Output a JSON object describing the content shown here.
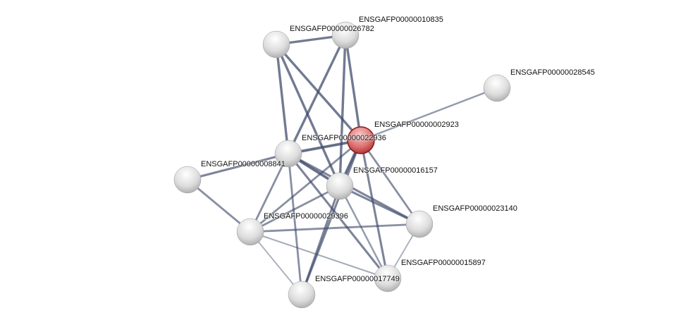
{
  "network": {
    "colors": {
      "edge": "#3d4868",
      "node": "#e4e4e4",
      "query_node": "#e07070"
    },
    "nodes": [
      {
        "id": "A",
        "label": "ENSGAFP00000026782",
        "query": false
      },
      {
        "id": "B",
        "label": "ENSGAFP00000010835",
        "query": false
      },
      {
        "id": "C",
        "label": "ENSGAFP00000028545",
        "query": false
      },
      {
        "id": "D",
        "label": "ENSGAFP00000002923",
        "query": true
      },
      {
        "id": "E",
        "label": "ENSGAFP00000022936",
        "query": false
      },
      {
        "id": "F",
        "label": "ENSGAFP00000008841",
        "query": false
      },
      {
        "id": "G",
        "label": "ENSGAFP00000016157",
        "query": false
      },
      {
        "id": "H",
        "label": "ENSGAFP00000023140",
        "query": false
      },
      {
        "id": "I",
        "label": "ENSGAFP00000029396",
        "query": false
      },
      {
        "id": "J",
        "label": "ENSGAFP00000015897",
        "query": false
      },
      {
        "id": "K",
        "label": "ENSGAFP00000017749",
        "query": false
      }
    ],
    "edges": [
      [
        "A",
        "B",
        0.8
      ],
      [
        "A",
        "E",
        0.8
      ],
      [
        "A",
        "G",
        0.8
      ],
      [
        "A",
        "D",
        0.8
      ],
      [
        "B",
        "E",
        0.8
      ],
      [
        "B",
        "G",
        0.8
      ],
      [
        "B",
        "D",
        0.8
      ],
      [
        "C",
        "D",
        0.5
      ],
      [
        "D",
        "E",
        0.9
      ],
      [
        "D",
        "G",
        0.9
      ],
      [
        "D",
        "I",
        0.6
      ],
      [
        "D",
        "H",
        0.6
      ],
      [
        "D",
        "J",
        0.7
      ],
      [
        "D",
        "K",
        0.7
      ],
      [
        "E",
        "F",
        0.7
      ],
      [
        "E",
        "G",
        0.9
      ],
      [
        "E",
        "H",
        0.7
      ],
      [
        "E",
        "I",
        0.6
      ],
      [
        "E",
        "K",
        0.6
      ],
      [
        "E",
        "J",
        0.7
      ],
      [
        "F",
        "I",
        0.6
      ],
      [
        "G",
        "I",
        0.6
      ],
      [
        "G",
        "K",
        0.7
      ],
      [
        "G",
        "H",
        0.7
      ],
      [
        "G",
        "J",
        0.5
      ],
      [
        "I",
        "H",
        0.6
      ],
      [
        "I",
        "J",
        0.35
      ],
      [
        "I",
        "K",
        0.3
      ],
      [
        "H",
        "J",
        0.3
      ]
    ]
  }
}
